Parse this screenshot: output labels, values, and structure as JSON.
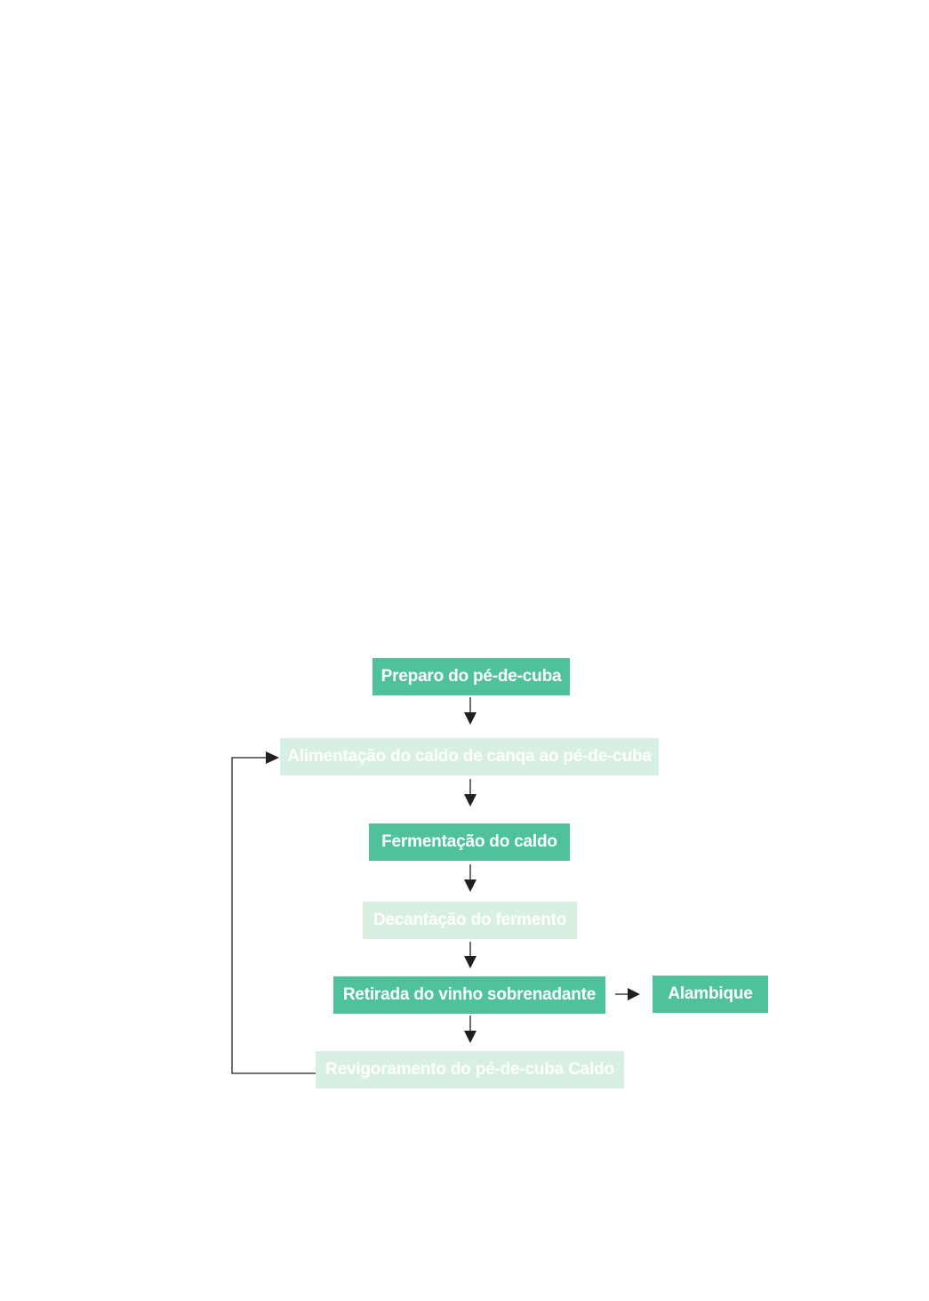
{
  "diagram": {
    "colors": {
      "dark_box": "#4fc29a",
      "light_box": "#d7f0e1",
      "text": "#ffffff",
      "connector": "#231f20"
    },
    "nodes": [
      {
        "id": "preparo",
        "label": "Preparo do pé-de-cuba",
        "style": "dark"
      },
      {
        "id": "alimentacao",
        "label": "Alimentação do caldo de canqa ao pé-de-cuba",
        "style": "light"
      },
      {
        "id": "fermentacao",
        "label": "Fermentação do caldo",
        "style": "dark"
      },
      {
        "id": "decantacao",
        "label": "Decantação do fermento",
        "style": "light"
      },
      {
        "id": "retirada",
        "label": "Retirada do vinho sobrenadante",
        "style": "dark"
      },
      {
        "id": "alambique",
        "label": "Alambique",
        "style": "dark"
      },
      {
        "id": "revigoramento",
        "label": "Revigoramento do pé-de-cuba Caldo",
        "style": "light"
      }
    ],
    "edges": [
      {
        "from": "preparo",
        "to": "alimentacao"
      },
      {
        "from": "alimentacao",
        "to": "fermentacao"
      },
      {
        "from": "fermentacao",
        "to": "decantacao"
      },
      {
        "from": "decantacao",
        "to": "retirada"
      },
      {
        "from": "retirada",
        "to": "alambique"
      },
      {
        "from": "retirada",
        "to": "revigoramento"
      },
      {
        "from": "revigoramento",
        "to": "alimentacao"
      }
    ]
  }
}
